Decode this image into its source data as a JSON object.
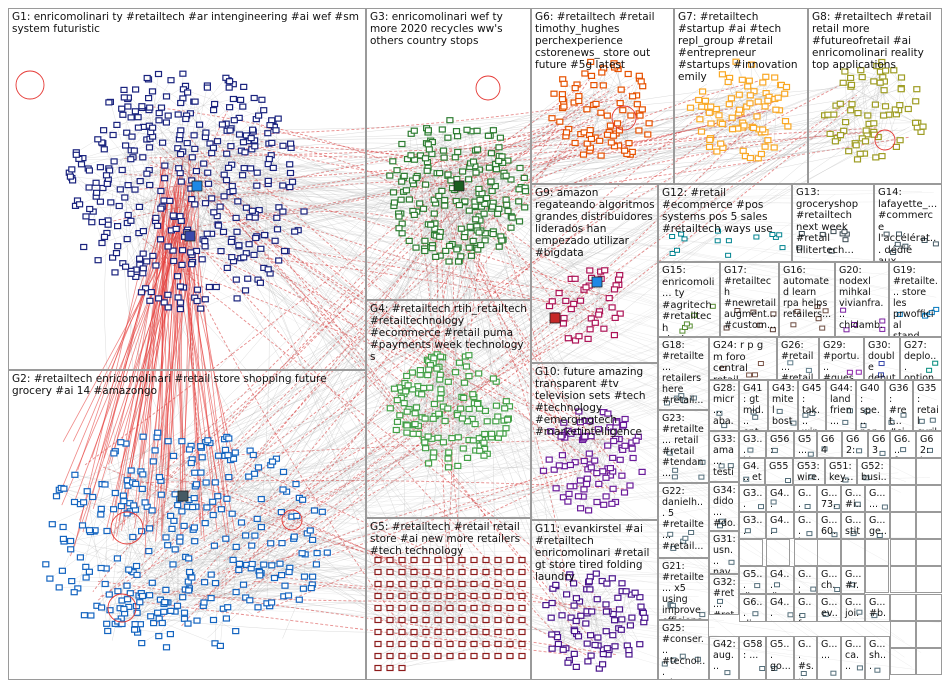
{
  "groups": [
    {
      "id": "G1",
      "label": "G1: enricomolinari ty #retailtech #ar intengineering #ai wef #sm system futuristic",
      "color": "#1a237e"
    },
    {
      "id": "G2",
      "label": "G2: #retailtech enricomolinari #retail store shopping future grocery #ai 14 #amazongo",
      "color": "#1565c0"
    },
    {
      "id": "G3",
      "label": "G3: enricomolinari wef ty more 2020 recycles ww's others country stops",
      "color": "#2e7d32"
    },
    {
      "id": "G4",
      "label": "G4: #retailtech rtih_retailtech #retailtechnology #ecommerce #retail puma #payments week technology s",
      "color": "#43a047"
    },
    {
      "id": "G5",
      "label": "G5: #retailtech #retail retail store #ai new more retailers #tech technology",
      "color": "#8d1b1b"
    },
    {
      "id": "G6",
      "label": "G6: #retailtech #retail timothy_hughes perchexperience cstorenews_ store out future #5g latest",
      "color": "#e65100"
    },
    {
      "id": "G7",
      "label": "G7: #retailtech #startup #ai #tech repl_group #retail #entrepreneur #startups #innovation emily",
      "color": "#f9a825"
    },
    {
      "id": "G8",
      "label": "G8: #retailtech #retail retail more #futureofretail #ai enricomolinari reality top applications",
      "color": "#9e9d24"
    },
    {
      "id": "G9",
      "label": "G9: amazon regateando algoritmos grandes distribuidores liderados han empezado utilizar #bigdata",
      "color": "#ad1457"
    },
    {
      "id": "G10",
      "label": "G10: future amazing transparent #tv television sets #tech #technology #emergingtech #marketintelligence",
      "color": "#6a1b9a"
    },
    {
      "id": "G11",
      "label": "G11: evankirstel #ai #retailtech enricomolinari #retail gt store tired folding laundry",
      "color": "#4a148c"
    },
    {
      "id": "G12",
      "label": "G12: #retail #ecommerce #pos systems pos 5 sales #retailtech ways use",
      "color": "#00838f"
    },
    {
      "id": "G13",
      "label": "G13: groceryshop #retailtech next week #retail tilitertech...",
      "color": "#37474f"
    },
    {
      "id": "G14",
      "label": "G14: lafayette_... #commerce l'accélérat... dédié aux...",
      "color": "#455a64"
    },
    {
      "id": "G15",
      "label": "G15: enricomoli... ty #agritech #retailtech startups...",
      "color": "#558b2f"
    },
    {
      "id": "G17",
      "label": "G17: #retailtech #newretail augment... #custom...",
      "color": "#5d4037"
    },
    {
      "id": "G16",
      "label": "G16: automated learn rpa helps retailers...",
      "color": "#6d4c41"
    },
    {
      "id": "G20",
      "label": "G20: nodexl mihkal vivianfra... chidamb...",
      "color": "#7b1fa2"
    },
    {
      "id": "G19",
      "label": "G19: #retailte... store les prwofficial stand...",
      "color": "#0277bd"
    },
    {
      "id": "G18",
      "label": "G18: #retailte... retailers here #retail...",
      "color": "#546e7a"
    },
    {
      "id": "G24",
      "label": "G24: r p g m foro central retail future...",
      "color": "#795548"
    },
    {
      "id": "G26",
      "label": "G26: #retail... #retail... #retail...",
      "color": "#607d8b"
    },
    {
      "id": "G29",
      "label": "G29: #portu... #ques... #sumal...",
      "color": "#8e24aa"
    },
    {
      "id": "G30",
      "label": "G30: double debuti... ready",
      "color": "#3949ab"
    },
    {
      "id": "G27",
      "label": "G27: deplo... option...",
      "color": "#00897b"
    },
    {
      "id": "G28",
      "label": "G28: micr... aba... win...",
      "color": "#546e7a"
    },
    {
      "id": "G41",
      "label": "G41: gt mid... ent...",
      "color": "#546e7a"
    },
    {
      "id": "G43",
      "label": "G43: mitel bost... ent...",
      "color": "#546e7a"
    },
    {
      "id": "G45",
      "label": "G45: tak... win...",
      "color": "#546e7a"
    },
    {
      "id": "G44",
      "label": "G44: land frien...",
      "color": "#546e7a"
    },
    {
      "id": "G40",
      "label": "G40: spe... pan...",
      "color": "#546e7a"
    },
    {
      "id": "G36",
      "label": "G36: #ret... #si...",
      "color": "#546e7a"
    },
    {
      "id": "G35",
      "label": "G35: retail cyril...",
      "color": "#546e7a"
    },
    {
      "id": "G23",
      "label": "G23: #retailte... retail #retail #tendan...",
      "color": "#546e7a"
    },
    {
      "id": "G3x",
      "label": "G3... kh... ...",
      "color": "#546e7a"
    },
    {
      "id": "G56",
      "label": "G56: #cu... ...",
      "color": "#546e7a"
    },
    {
      "id": "G5x",
      "label": "G5... ...",
      "color": "#546e7a"
    },
    {
      "id": "G64",
      "label": "G64 ...",
      "color": "#546e7a"
    },
    {
      "id": "G62",
      "label": "G62: aut...",
      "color": "#546e7a"
    },
    {
      "id": "G63",
      "label": "G63 ...",
      "color": "#546e7a"
    },
    {
      "id": "G6x",
      "label": "G6... fut...",
      "color": "#546e7a"
    },
    {
      "id": "G6y",
      "label": "G62: ha...",
      "color": "#546e7a"
    },
    {
      "id": "G33",
      "label": "G33: ama... testi...",
      "color": "#546e7a"
    },
    {
      "id": "G4x",
      "label": "G4... et",
      "color": "#546e7a"
    },
    {
      "id": "G55",
      "label": "G55",
      "color": "#546e7a"
    },
    {
      "id": "G53",
      "label": "G53: wire...",
      "color": "#546e7a"
    },
    {
      "id": "G51",
      "label": "G51: key...",
      "color": "#546e7a"
    },
    {
      "id": "G52",
      "label": "G52: busi...",
      "color": "#546e7a"
    },
    {
      "id": "G22",
      "label": "G22: danielh... 5 #retailte... #retail...",
      "color": "#546e7a"
    },
    {
      "id": "G34",
      "label": "G34: dido... #do...",
      "color": "#546e7a"
    },
    {
      "id": "G3y",
      "label": "G3... co... kia...",
      "color": "#546e7a"
    },
    {
      "id": "G4y",
      "label": "G4... #s...",
      "color": "#546e7a"
    },
    {
      "id": "G5y",
      "label": "G... ho...",
      "color": "#546e7a"
    },
    {
      "id": "G5z",
      "label": "G... 73...",
      "color": "#546e7a"
    },
    {
      "id": "G5w",
      "label": "G... #i...",
      "color": "#546e7a"
    },
    {
      "id": "G5v",
      "label": "G... ...",
      "color": "#546e7a"
    },
    {
      "id": "G31",
      "label": "G31: usn... nav...",
      "color": "#546e7a"
    },
    {
      "id": "G3z",
      "label": "G3... ma... cal...",
      "color": "#546e7a"
    },
    {
      "id": "G4z",
      "label": "G4... #re...",
      "color": "#546e7a"
    },
    {
      "id": "G5u",
      "label": "G... ba...",
      "color": "#546e7a"
    },
    {
      "id": "G5t",
      "label": "G... 60...",
      "color": "#546e7a"
    },
    {
      "id": "G5s",
      "label": "G... stit...",
      "color": "#546e7a"
    },
    {
      "id": "G5r",
      "label": "G... ge...",
      "color": "#546e7a"
    },
    {
      "id": "G21",
      "label": "G21: #retailte... x5 using improve efficienc...",
      "color": "#546e7a"
    },
    {
      "id": "G32",
      "label": "G32: #ret... #ret...",
      "color": "#546e7a"
    },
    {
      "id": "G5q",
      "label": "G5... #p...",
      "color": "#546e7a"
    },
    {
      "id": "G4w",
      "label": "G4... #re...",
      "color": "#546e7a"
    },
    {
      "id": "G5p",
      "label": "G... bu...",
      "color": "#546e7a"
    },
    {
      "id": "G5o",
      "label": "G... ch...",
      "color": "#546e7a"
    },
    {
      "id": "G5n",
      "label": "G... #r...",
      "color": "#546e7a"
    },
    {
      "id": "G6z",
      "label": "G6... dig...",
      "color": "#546e7a"
    },
    {
      "id": "G4v",
      "label": "G4... per",
      "color": "#546e7a"
    },
    {
      "id": "G5m",
      "label": "G... fa...",
      "color": "#546e7a"
    },
    {
      "id": "G5l",
      "label": "G... ev...",
      "color": "#546e7a"
    },
    {
      "id": "G5k",
      "label": "G... joi...",
      "color": "#546e7a"
    },
    {
      "id": "G5j",
      "label": "G... #b...",
      "color": "#546e7a"
    },
    {
      "id": "G25",
      "label": "G25: #conser... #tecnol... #innova...",
      "color": "#546e7a"
    },
    {
      "id": "G42",
      "label": "G42: aug...",
      "color": "#546e7a"
    },
    {
      "id": "G58",
      "label": "G58: ...",
      "color": "#546e7a"
    },
    {
      "id": "G5i",
      "label": "G5... go...",
      "color": "#546e7a"
    },
    {
      "id": "G5h",
      "label": "G... #s...",
      "color": "#546e7a"
    },
    {
      "id": "G5g",
      "label": "G... ...",
      "color": "#546e7a"
    },
    {
      "id": "G5f",
      "label": "G... ca...",
      "color": "#546e7a"
    },
    {
      "id": "G5e",
      "label": "G... sh...",
      "color": "#546e7a"
    }
  ]
}
